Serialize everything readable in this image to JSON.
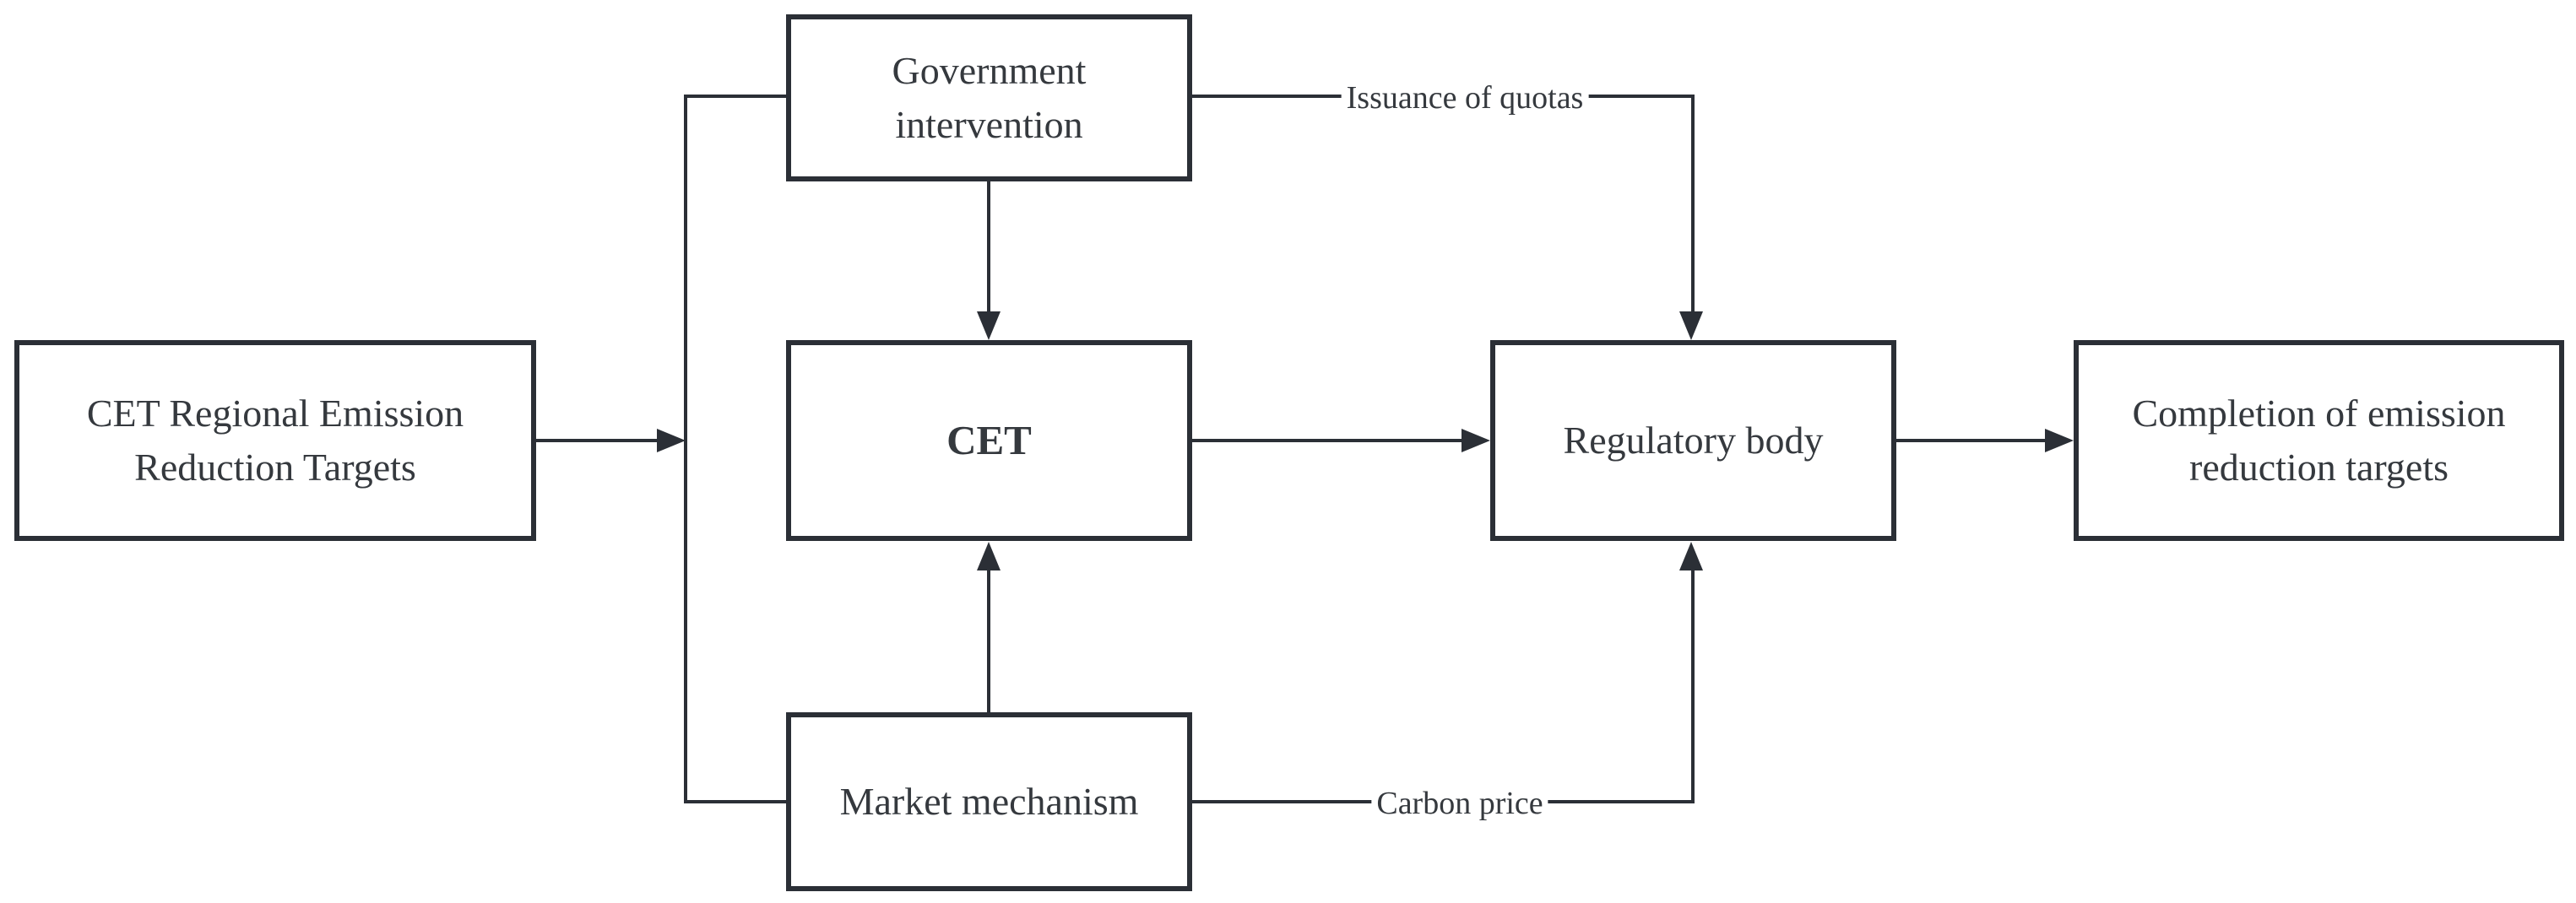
{
  "colors": {
    "background": "#ffffff",
    "stroke": "#2b2f36",
    "text": "#35393e"
  },
  "nodes": {
    "targets": {
      "lines": [
        "CET Regional Emission",
        "Reduction Targets"
      ]
    },
    "government": {
      "lines": [
        "Government",
        "intervention"
      ]
    },
    "cet": {
      "lines": [
        "CET"
      ]
    },
    "market": {
      "lines": [
        "Market mechanism"
      ]
    },
    "regulatory": {
      "lines": [
        "Regulatory body"
      ]
    },
    "completion": {
      "lines": [
        "Completion of emission",
        "reduction targets"
      ]
    }
  },
  "edge_labels": {
    "issuance": "Issuance of quotas",
    "carbon": "Carbon price"
  }
}
